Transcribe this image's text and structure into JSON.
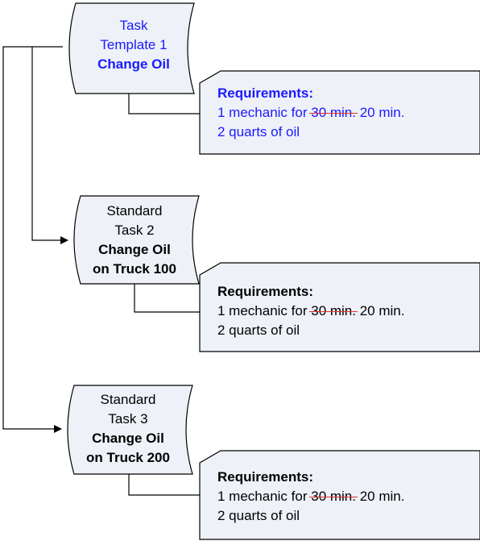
{
  "colors": {
    "template_text": "#1a1aff",
    "standard_text": "#000000",
    "strike": "#e03030",
    "shape_fill": "#eef2f8",
    "stroke": "#000000"
  },
  "tasks": [
    {
      "type_label": "Task",
      "number_label": "Template 1",
      "name_line1": "Change Oil",
      "name_line2": "",
      "requirements": {
        "title": "Requirements:",
        "mechanic_prefix": "1 mechanic for",
        "old_time": "30 min.",
        "new_time": "20 min.",
        "oil": "2 quarts of oil"
      }
    },
    {
      "type_label": "Standard",
      "number_label": "Task 2",
      "name_line1": "Change Oil",
      "name_line2": "on Truck 100",
      "requirements": {
        "title": "Requirements:",
        "mechanic_prefix": "1 mechanic for",
        "old_time": "30 min.",
        "new_time": "20 min.",
        "oil": "2 quarts of oil"
      }
    },
    {
      "type_label": "Standard",
      "number_label": "Task 3",
      "name_line1": "Change Oil",
      "name_line2": "on Truck 200",
      "requirements": {
        "title": "Requirements:",
        "mechanic_prefix": "1 mechanic for",
        "old_time": "30 min.",
        "new_time": "20 min.",
        "oil": "2 quarts of oil"
      }
    }
  ]
}
